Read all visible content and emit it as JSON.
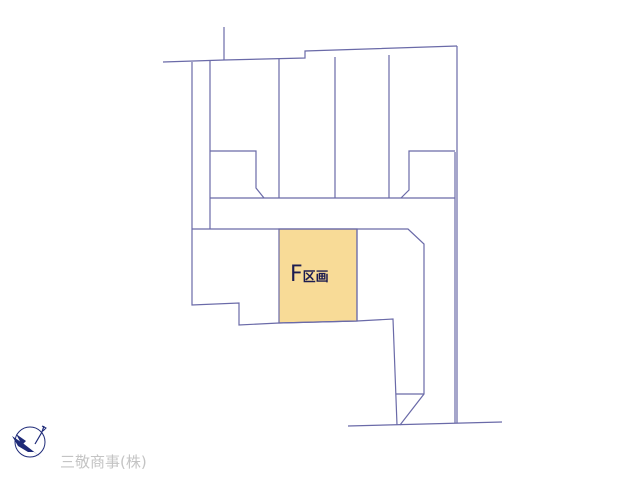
{
  "plan": {
    "highlight_lot": {
      "letter": "F",
      "suffix": "区画",
      "fill": "#f8db97"
    },
    "line_color": "#6a6aa8"
  },
  "footer": {
    "company": "三敬商事(株)",
    "logo_color": "#1e2a78"
  }
}
